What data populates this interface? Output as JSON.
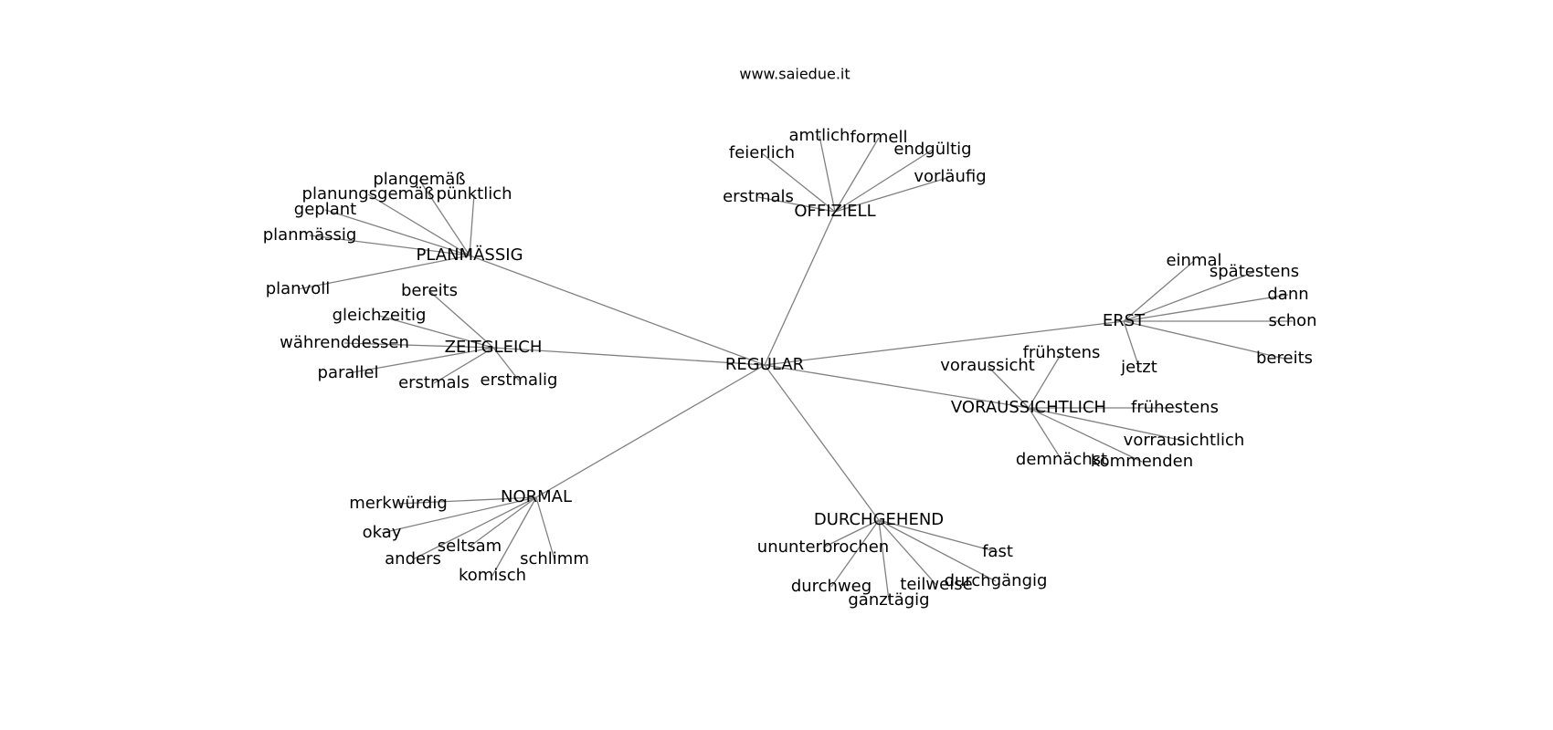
{
  "site": "www.saiedue.it",
  "root": {
    "id": "regular",
    "label": "REGULAR",
    "children": [
      {
        "id": "offiziell",
        "label": "OFFIZIELL",
        "children": [
          {
            "id": "offiziell-feierlich",
            "label": "feierlich"
          },
          {
            "id": "offiziell-amtlich",
            "label": "amtlich"
          },
          {
            "id": "offiziell-formell",
            "label": "formell"
          },
          {
            "id": "offiziell-endgueltig",
            "label": "endgültig"
          },
          {
            "id": "offiziell-vorlaeufig",
            "label": "vorläufig"
          },
          {
            "id": "offiziell-erstmals",
            "label": "erstmals"
          }
        ]
      },
      {
        "id": "planmaessig",
        "label": "PLANMÄSSIG",
        "children": [
          {
            "id": "planmaessig-plangemaess",
            "label": "plangemäß"
          },
          {
            "id": "planmaessig-planungsgemaess",
            "label": "planungsgemäß"
          },
          {
            "id": "planmaessig-puenktlich",
            "label": "pünktlich"
          },
          {
            "id": "planmaessig-geplant",
            "label": "geplant"
          },
          {
            "id": "planmaessig-planmaessig",
            "label": "planmässig"
          },
          {
            "id": "planmaessig-planvoll",
            "label": "planvoll"
          }
        ]
      },
      {
        "id": "zeitgleich",
        "label": "ZEITGLEICH",
        "children": [
          {
            "id": "zeitgleich-bereits",
            "label": "bereits"
          },
          {
            "id": "zeitgleich-gleichzeitig",
            "label": "gleichzeitig"
          },
          {
            "id": "zeitgleich-waehrenddessen",
            "label": "währenddessen"
          },
          {
            "id": "zeitgleich-parallel",
            "label": "parallel"
          },
          {
            "id": "zeitgleich-erstmals",
            "label": "erstmals"
          },
          {
            "id": "zeitgleich-erstmalig",
            "label": "erstmalig"
          }
        ]
      },
      {
        "id": "normal",
        "label": "NORMAL",
        "children": [
          {
            "id": "normal-merkwuerdig",
            "label": "merkwürdig"
          },
          {
            "id": "normal-okay",
            "label": "okay"
          },
          {
            "id": "normal-seltsam",
            "label": "seltsam"
          },
          {
            "id": "normal-anders",
            "label": "anders"
          },
          {
            "id": "normal-komisch",
            "label": "komisch"
          },
          {
            "id": "normal-schlimm",
            "label": "schlimm"
          }
        ]
      },
      {
        "id": "durchgehend",
        "label": "DURCHGEHEND",
        "children": [
          {
            "id": "durchgehend-ununterbrochen",
            "label": "ununterbrochen"
          },
          {
            "id": "durchgehend-durchweg",
            "label": "durchweg"
          },
          {
            "id": "durchgehend-ganztaegig",
            "label": "ganztägig"
          },
          {
            "id": "durchgehend-teilweise",
            "label": "teilweise"
          },
          {
            "id": "durchgehend-durchgaengig",
            "label": "durchgängig"
          },
          {
            "id": "durchgehend-fast",
            "label": "fast"
          }
        ]
      },
      {
        "id": "voraussichtlich",
        "label": "VORAUSSICHTLICH",
        "children": [
          {
            "id": "voraussichtlich-voraussicht",
            "label": "voraussicht"
          },
          {
            "id": "voraussichtlich-fruehstens",
            "label": "frühstens"
          },
          {
            "id": "voraussichtlich-fruehestens",
            "label": "frühestens"
          },
          {
            "id": "voraussichtlich-vorrausichtlich",
            "label": "vorrausichtlich"
          },
          {
            "id": "voraussichtlich-kommenden",
            "label": "kommenden"
          },
          {
            "id": "voraussichtlich-demnaechst",
            "label": "demnächst"
          }
        ]
      },
      {
        "id": "erst",
        "label": "ERST",
        "children": [
          {
            "id": "erst-einmal",
            "label": "einmal"
          },
          {
            "id": "erst-spaetestens",
            "label": "spätestens"
          },
          {
            "id": "erst-dann",
            "label": "dann"
          },
          {
            "id": "erst-schon",
            "label": "schon"
          },
          {
            "id": "erst-bereits",
            "label": "bereits"
          },
          {
            "id": "erst-jetzt",
            "label": "jetzt"
          }
        ]
      }
    ]
  }
}
